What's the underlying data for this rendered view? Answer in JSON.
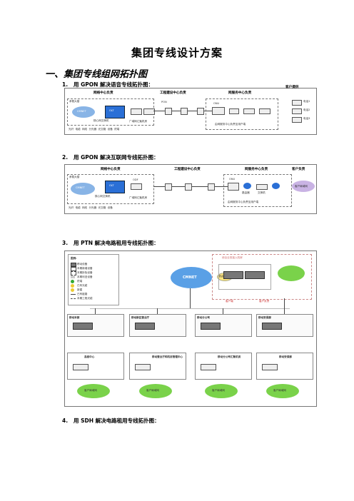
{
  "doc_title": "集团专线设计方案",
  "section1": "一、集团专线组网拓扑图",
  "items": [
    {
      "num": "1.",
      "text": "用 GPON 解决语音专线拓扑图："
    },
    {
      "num": "2.",
      "text": "用 GPON 解决互联网专线拓扑图："
    },
    {
      "num": "3.",
      "text": "用 PTN 解决电路租用专线拓扑图："
    },
    {
      "num": "4.",
      "text": "用 SDH 解决电路租用专线拓扑图："
    }
  ],
  "diagram1": {
    "headers": [
      "网络中心负责",
      "工程建设中心负责",
      "网服务中心负责",
      "客户提供"
    ],
    "labels": {
      "core": "承载大楼",
      "cmnet": "CMNET",
      "olt": "OLT",
      "pon": "PON",
      "fiber": "ODF",
      "center": "核心网交换机",
      "access": "广域网汇聚机房",
      "ont": "ONU",
      "phone1": "电话1",
      "phone2": "电话2",
      "phone3": "电话3",
      "note": "由客户提供的电话接口",
      "service": "由网服务中心负责至用户端"
    },
    "legend": [
      "光纤",
      "电缆",
      "网线",
      "分光器",
      "光交箱",
      "设备",
      "终端"
    ]
  },
  "diagram2": {
    "headers": [
      "网络中心负责",
      "工程建设中心负责",
      "网服务中心负责",
      "客户负责"
    ],
    "labels": {
      "core": "承载大楼",
      "cmnet": "CMNET",
      "center": "核心网交换机",
      "access": "广域网汇聚机房",
      "odf": "ODF",
      "olt": "OLT",
      "ont": "ONU",
      "router": "路由器",
      "switch": "交换机",
      "lan": "客户局域网",
      "note": "由网服务中心负责至用户端"
    },
    "legend": [
      "光纤",
      "电缆",
      "网线",
      "分光器",
      "光交箱",
      "设备"
    ]
  },
  "diagram3": {
    "legend_title": "图例:",
    "legend": [
      "移动设备",
      "本期新增设备",
      "本期拆除设备",
      "本期利旧设备",
      "终端",
      "已有光缆",
      "新建",
      "已有链路",
      "本期工程光缆"
    ],
    "cmnet": "CMNET",
    "router": "路由器",
    "top_box": "综合业务接入机房",
    "top_labels": [
      "客户端",
      "客户负责"
    ],
    "sites": [
      {
        "name": "移动本部",
        "center": "县级中心",
        "bottom": "客户局域网"
      },
      {
        "name": "移动新区营业厅",
        "center": "移动营业厅和机房管理中心",
        "bottom": "客户局域网"
      },
      {
        "name": "移动分公司",
        "center": "移动分公司汇聚机房",
        "bottom": "客户局域网"
      },
      {
        "name": "移动安保部",
        "center": "移动安保部",
        "bottom": "客户局域网"
      }
    ]
  }
}
